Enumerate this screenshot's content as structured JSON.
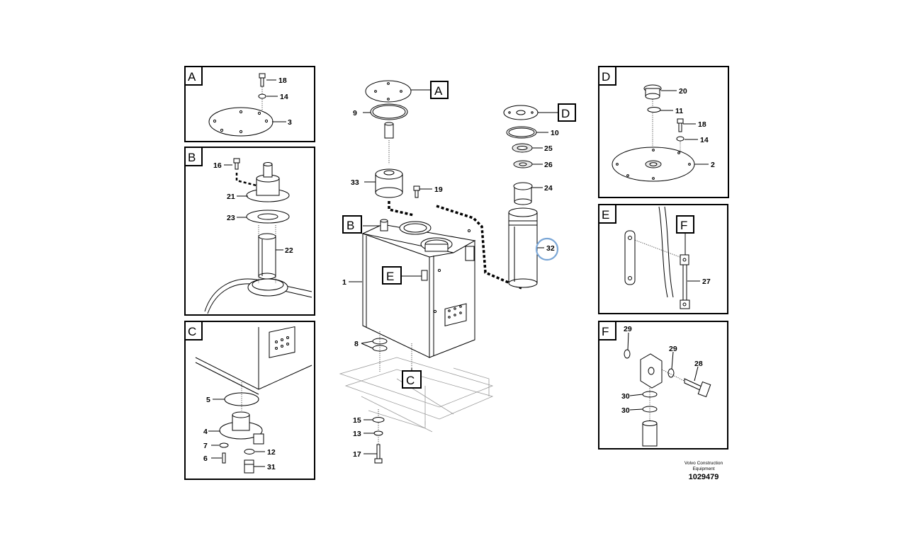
{
  "detail_panels": [
    {
      "letter": "A",
      "numbers": [
        "18",
        "14",
        "3"
      ]
    },
    {
      "letter": "B",
      "numbers": [
        "16",
        "21",
        "23",
        "22"
      ]
    },
    {
      "letter": "C",
      "numbers": [
        "5",
        "4",
        "7",
        "6",
        "12",
        "31"
      ]
    },
    {
      "letter": "D",
      "numbers": [
        "20",
        "11",
        "18",
        "14",
        "2"
      ]
    },
    {
      "letter": "E",
      "numbers": [
        "27"
      ]
    },
    {
      "letter": "F",
      "numbers": [
        "29",
        "29",
        "28",
        "30",
        "30"
      ]
    }
  ],
  "main_view": {
    "callout_letters": [
      "A",
      "D",
      "B",
      "E",
      "C"
    ],
    "numbers": [
      "9",
      "33",
      "19",
      "1",
      "8",
      "15",
      "13",
      "17",
      "10",
      "25",
      "26",
      "24",
      "32"
    ],
    "sub_labels": [
      "F"
    ]
  },
  "highlight_color": "#7aa6d6",
  "footer": {
    "brand_line1": "Volvo Construction",
    "brand_line2": "Equipment",
    "drawing_number": "1029479"
  }
}
